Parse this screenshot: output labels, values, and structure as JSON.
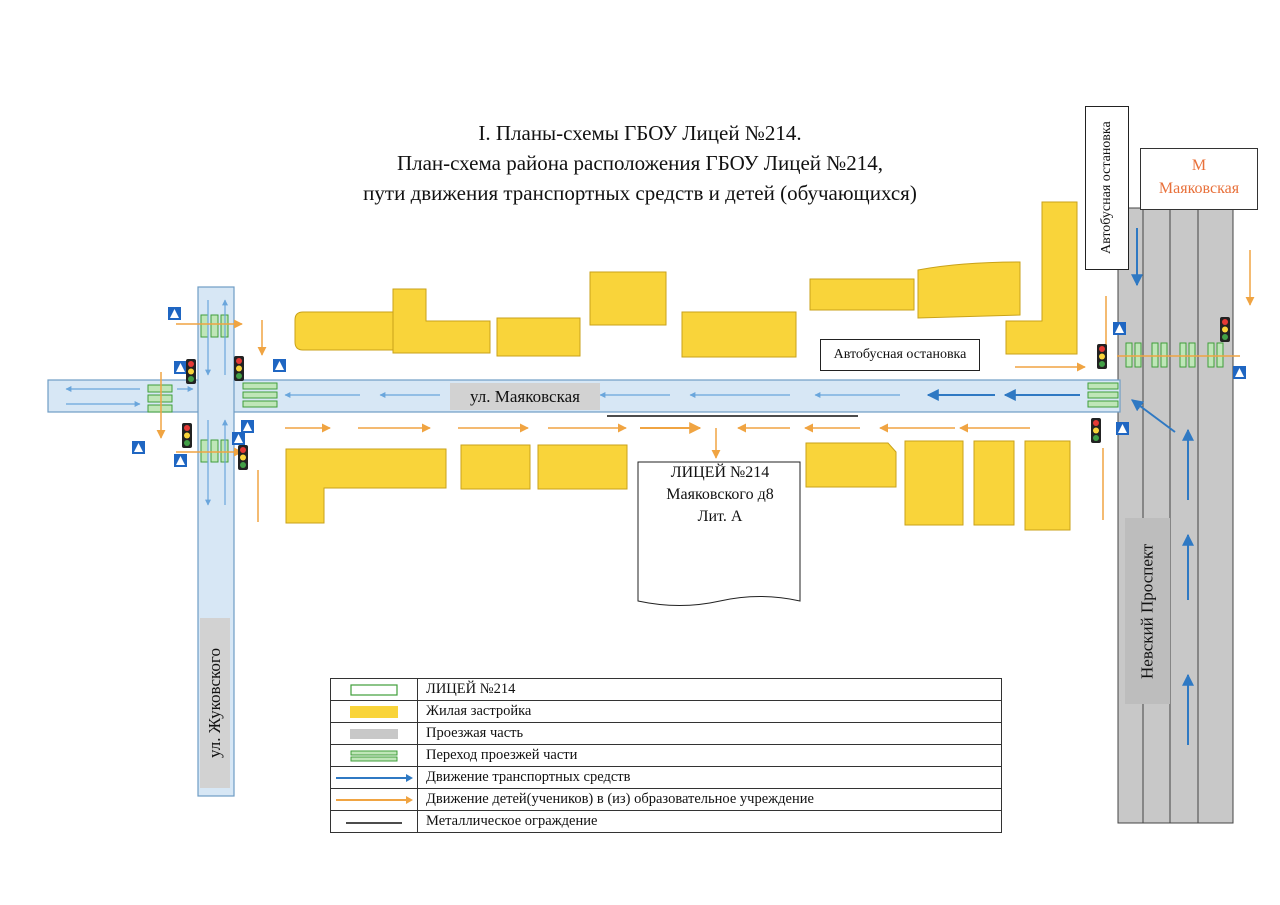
{
  "title": {
    "line1": "I. Планы-схемы ГБОУ Лицей №214.",
    "line2": "План-схема района расположения ГБОУ Лицей №214,",
    "line3": "пути движения транспортных средств и детей (обучающихся)"
  },
  "streets": {
    "mayakovskaya": "ул. Маяковская",
    "zhukovskogo": "ул. Жуковского",
    "nevsky": "Невский Проспект"
  },
  "bus_stops": {
    "horizontal": "Автобусная остановка",
    "vertical": "Автобусная остановка"
  },
  "metro": {
    "letter": "М",
    "name": "Маяковская"
  },
  "school": {
    "line1": "ЛИЦЕЙ №214",
    "line2": "Маяковского д8",
    "line3": "Лит. А"
  },
  "legend": [
    {
      "symbol": "school-outline",
      "label": "ЛИЦЕЙ №214"
    },
    {
      "symbol": "residential",
      "label": "Жилая застройка"
    },
    {
      "symbol": "roadway",
      "label": "Проезжая часть"
    },
    {
      "symbol": "crossing",
      "label": "Переход проезжей части"
    },
    {
      "symbol": "vehicle-arrow",
      "label": "Движение транспортных средств"
    },
    {
      "symbol": "children-arrow",
      "label": "Движение детей(учеников) в (из) образовательное учреждение"
    },
    {
      "symbol": "fence-line",
      "label": "Металлическое ограждение"
    }
  ],
  "colors": {
    "building": "#f9d43a",
    "building_stroke": "#c9a21a",
    "road": "#d7e7f5",
    "road_stroke": "#6f9cc4",
    "nevsky_road": "#c8c8c8",
    "crossing": "#7ec87a",
    "vehicle_arrow": "#2f79c3",
    "children_arrow": "#f0a442",
    "metro_text": "#e8703a",
    "ped_sign": "#1f66c2"
  },
  "icons": [
    "pedestrian-crossing-sign-icon",
    "traffic-light-icon"
  ]
}
